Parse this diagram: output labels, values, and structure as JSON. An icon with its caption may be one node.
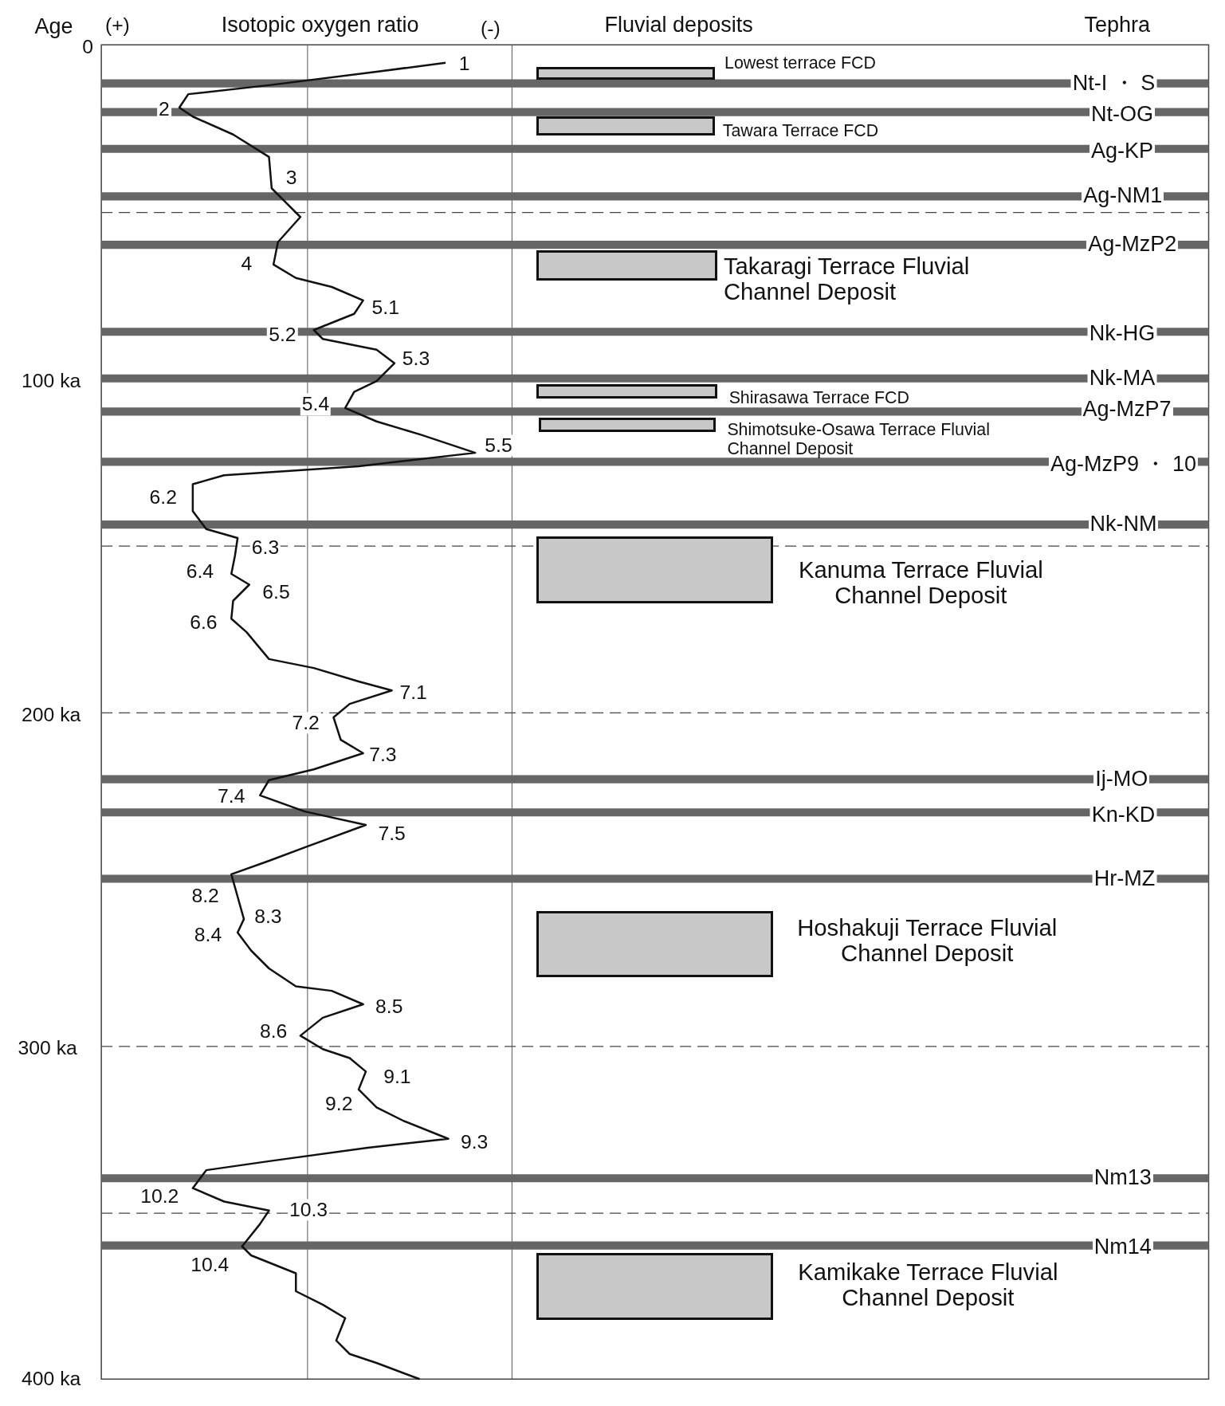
{
  "diagram": {
    "nodes": [
      {
        "text": [
          "Lowest terrace FCD"
        ]
      },
      {
        "text": [
          "Tawara Terrace FCD"
        ]
      },
      {
        "text": [
          "Takaragi Terrace Fluvial Channel Deposit"
        ]
      },
      {
        "text": [
          "Shirasawa Terrace FCD"
        ]
      },
      {
        "text": [
          "Shimotsuke-Osawa Terrace Fluvial Channel Deposit"
        ]
      },
      {
        "text": [
          "Kanuma Terrace Fluvial Channel Deposit"
        ]
      },
      {
        "text": [
          "Hoshakuji Terrace Fluvial Channel Deposit"
        ]
      },
      {
        "text": [
          "Kamikake Terrace Fluvial Channel Deposit"
        ]
      }
    ],
    "edges": [],
    "labels": [
      "Age",
      "0",
      "(+)",
      "Isotopic oxygen ratio",
      "(-)",
      "Fluvial deposits",
      "Tephra",
      "Nt-I ・ S",
      "Nt-OG",
      "Ag-KP",
      "Ag-NM1",
      "Ag-MzP2",
      "Nk-HG",
      "Nk-MA",
      "Ag-MzP7",
      "Ag-MzP9 ・ 10",
      "Nk-NM",
      "Ij-MO",
      "Kn-KD",
      "Hr-MZ",
      "Nm13",
      "Nm14",
      "1",
      "2",
      "3",
      "4",
      "5.1",
      "5.2",
      "5.3",
      "5.4",
      "5.5",
      "6.2",
      "6.3",
      "6.4",
      "6.5",
      "6.6",
      "7.1",
      "7.2",
      "7.3",
      "7.4",
      "7.5",
      "8.2",
      "8.3",
      "8.4",
      "8.5",
      "8.6",
      "9.1",
      "9.2",
      "9.3",
      "10.2",
      "10.3",
      "10.4",
      "100 ka",
      "200 ka",
      "300 ka",
      "400 ka"
    ]
  }
}
